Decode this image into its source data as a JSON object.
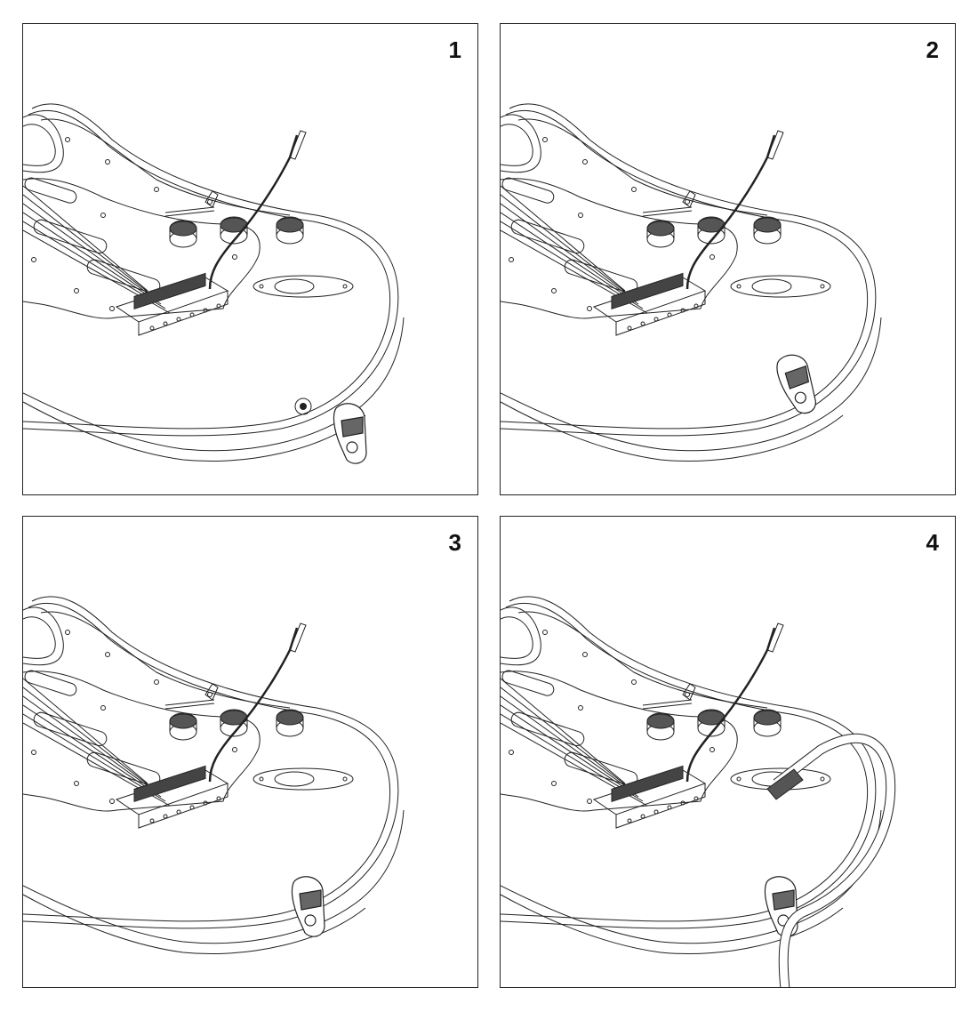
{
  "panels": [
    {
      "number": "1",
      "step": "clip-detached"
    },
    {
      "number": "2",
      "step": "clip-on-strap-button"
    },
    {
      "number": "3",
      "step": "clip-attached"
    },
    {
      "number": "4",
      "step": "cable-routed-through-clip"
    }
  ],
  "colors": {
    "line": "#222222",
    "background": "#ffffff"
  }
}
